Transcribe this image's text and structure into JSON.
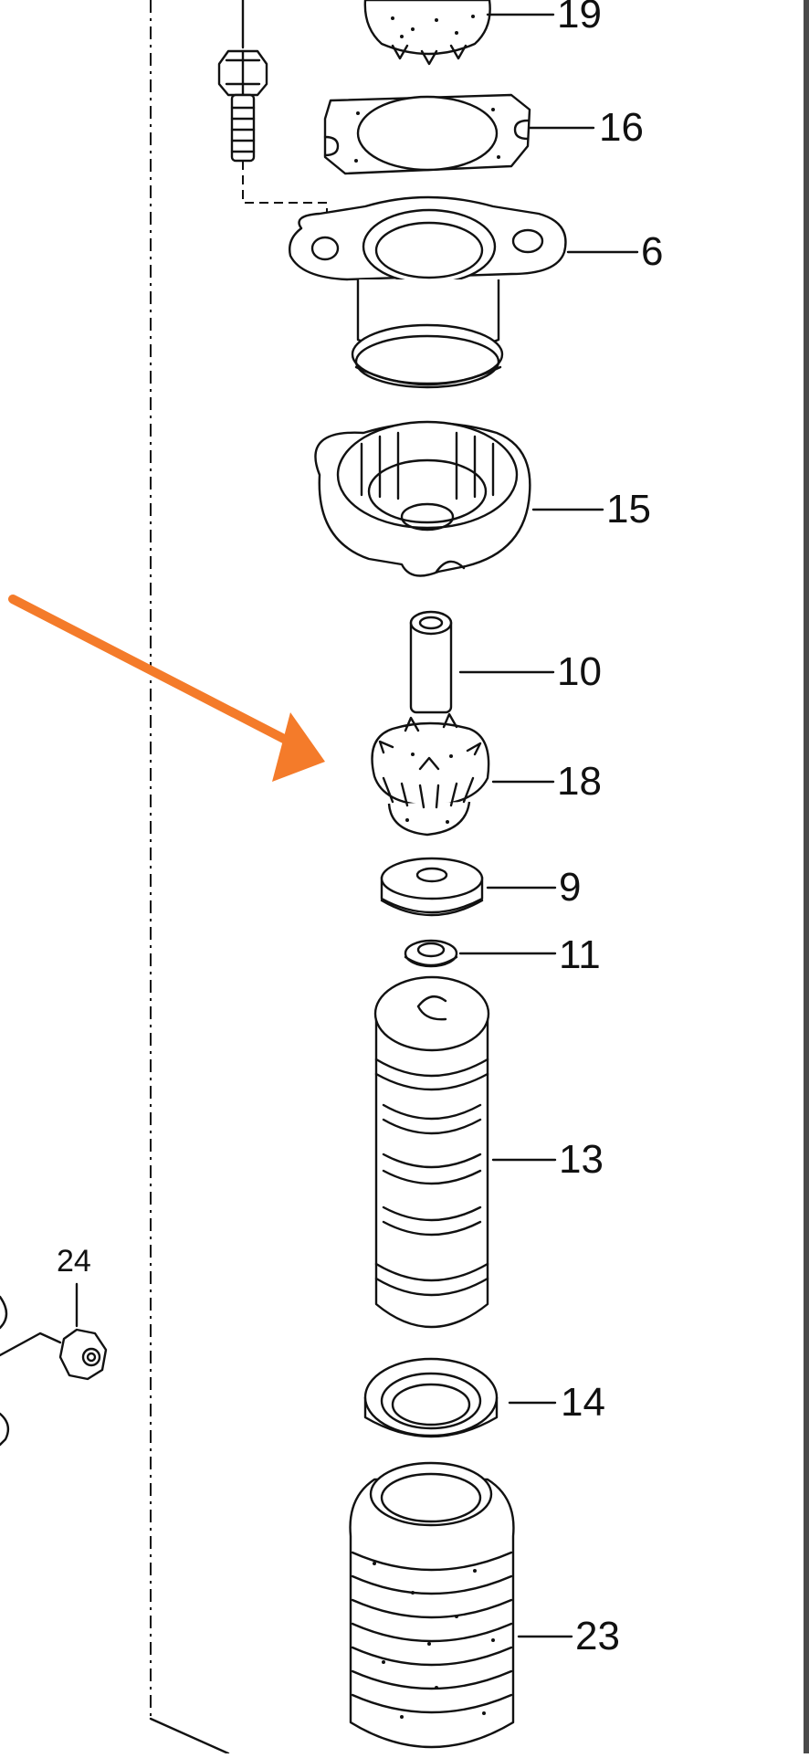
{
  "diagram": {
    "accent_color": "#F47B2A",
    "ink_color": "#111111",
    "callouts": [
      {
        "id": "19",
        "text": "19"
      },
      {
        "id": "16",
        "text": "16"
      },
      {
        "id": "6",
        "text": "6"
      },
      {
        "id": "15",
        "text": "15"
      },
      {
        "id": "10",
        "text": "10"
      },
      {
        "id": "18",
        "text": "18"
      },
      {
        "id": "9",
        "text": "9"
      },
      {
        "id": "11",
        "text": "11"
      },
      {
        "id": "13",
        "text": "13"
      },
      {
        "id": "14",
        "text": "14"
      },
      {
        "id": "23",
        "text": "23"
      },
      {
        "id": "24",
        "text": "24"
      }
    ],
    "highlighted_part": "18",
    "arrow": {
      "color": "#F47B2A",
      "points_to": "18"
    }
  }
}
